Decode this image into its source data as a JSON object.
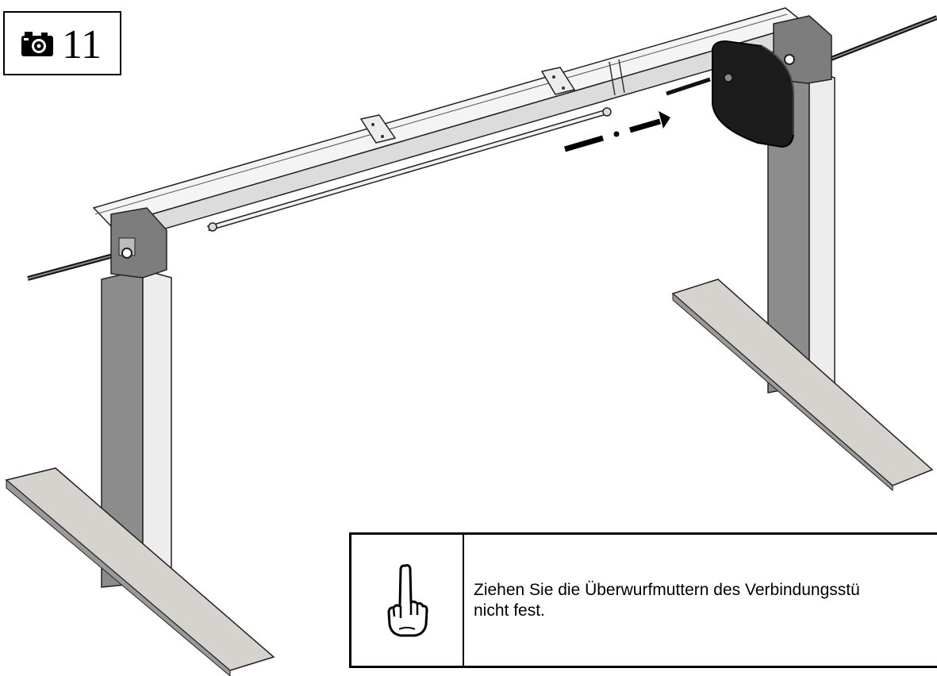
{
  "step": {
    "icon": "camera-icon",
    "number": "11"
  },
  "note": {
    "icon": "pointing-finger-icon",
    "text": "Ziehen Sie die Überwurfmuttern des Verbindungsstü\nnicht fest."
  },
  "illustration": {
    "subject": "desk-frame-assembly",
    "arrow_style": "dash-dot"
  }
}
